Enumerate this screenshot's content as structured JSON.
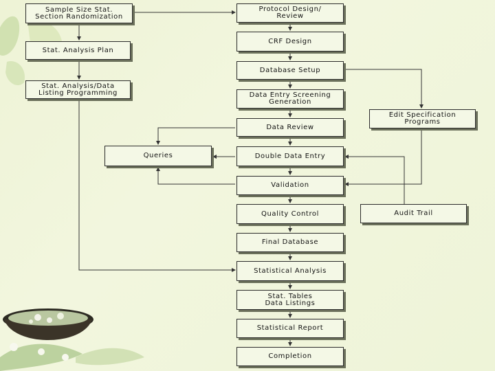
{
  "diagram": {
    "nodes": {
      "sample_size": "Sample Size Stat.\nSection Randomization",
      "stat_analysis_plan": "Stat. Analysis Plan",
      "stat_analysis_programming": "Stat. Analysis/Data\nListing Programming",
      "protocol_design": "Protocol Design/\nReview",
      "crf_design": "CRF Design",
      "database_setup": "Database Setup",
      "data_entry_screening": "Data Entry Screening\nGeneration",
      "data_review": "Data Review",
      "queries": "Queries",
      "double_data_entry": "Double Data Entry",
      "validation": "Validation",
      "quality_control": "Quality Control",
      "final_database": "Final Database",
      "statistical_analysis": "Statistical Analysis",
      "stat_tables": "Stat. Tables\nData Listings",
      "statistical_report": "Statistical Report",
      "completion": "Completion",
      "edit_specification": "Edit Specification\nPrograms",
      "audit_trail": "Audit  Trail"
    },
    "colors": {
      "background": "#eef3d6",
      "box_fill": "#f4f8e6",
      "box_border": "#2a2a2a",
      "shadow": "#6a6f5a",
      "line": "#333333"
    }
  }
}
